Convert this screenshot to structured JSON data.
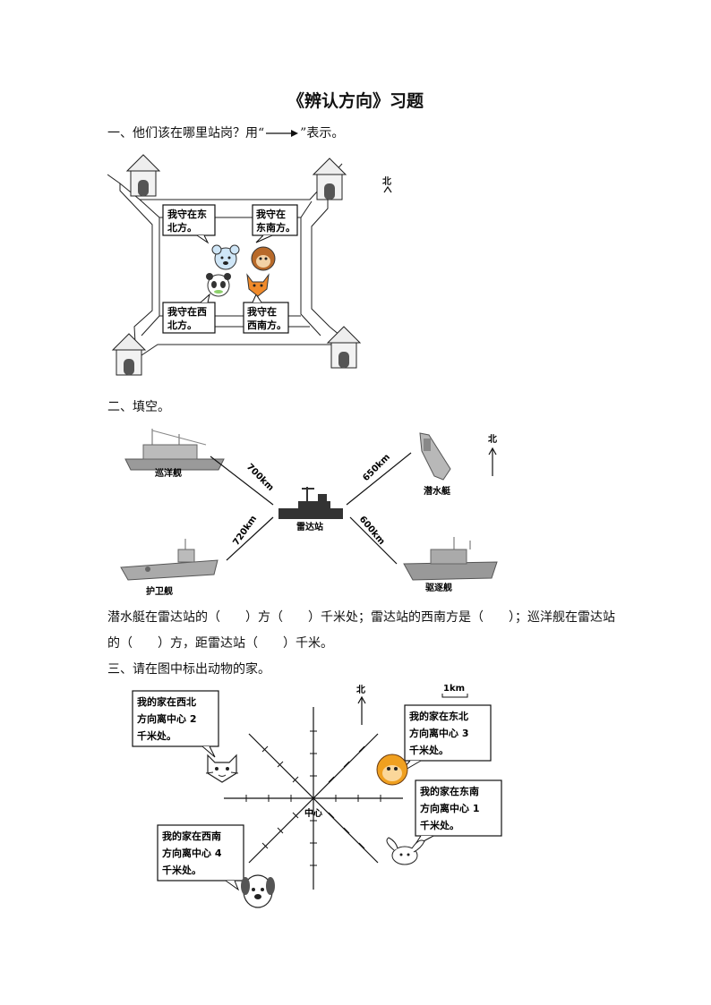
{
  "title": "《辨认方向》习题",
  "q1": {
    "text_before": "一、他们该在哪里站岗？用“",
    "text_after": "”表示。",
    "north": "北",
    "bubbles": [
      {
        "line1": "我守在东",
        "line2": "北方。"
      },
      {
        "line1": "我守在",
        "line2": "东南方。"
      },
      {
        "line1": "我守在西",
        "line2": "北方。"
      },
      {
        "line1": "我守在",
        "line2": "西南方。"
      }
    ]
  },
  "q2": {
    "heading": "二、填空。",
    "north": "北",
    "ships": {
      "cruiser": "巡洋舰",
      "submarine": "潜水艇",
      "radar": "雷达站",
      "escort": "护卫舰",
      "destroyer": "驱逐舰"
    },
    "distances": {
      "nw": "700km",
      "ne": "650km",
      "sw": "720km",
      "se": "600km"
    },
    "fill_line1": "潜水艇在雷达站的（　　）方（　　）千米处；雷达站的西南方是（　　）；巡洋舰在雷达站",
    "fill_line2": "的（　　）方，距雷达站（　　）千米。"
  },
  "q3": {
    "heading": "三、请在图中标出动物的家。",
    "north": "北",
    "scale": "1km",
    "center": "中心",
    "bubbles": [
      {
        "l1": "我的家在西北",
        "l2": "方向离中心 2",
        "l3": "千米处。"
      },
      {
        "l1": "我的家在东北",
        "l2": "方向离中心 3",
        "l3": "千米处。"
      },
      {
        "l1": "我的家在东南",
        "l2": "方向离中心 1",
        "l3": "千米处。"
      },
      {
        "l1": "我的家在西南",
        "l2": "方向离中心 4",
        "l3": "千米处。"
      }
    ]
  }
}
